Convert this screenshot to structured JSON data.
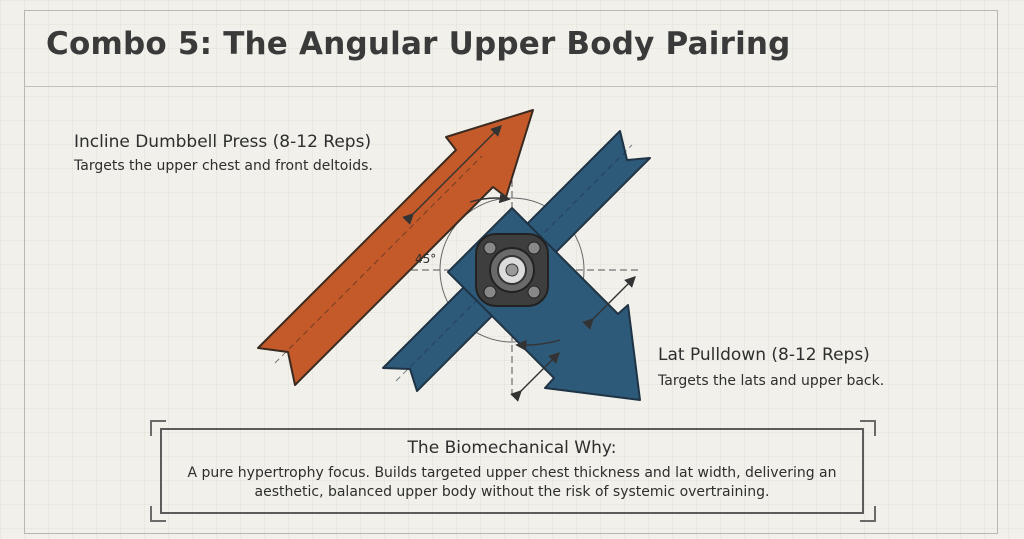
{
  "title": "Combo 5: The Angular Upper Body Pairing",
  "exercise_a": {
    "name": "Incline Dumbbell Press (8-12 Reps)",
    "description": "Targets the upper chest and front deltoids.",
    "color": "#c45a2a"
  },
  "exercise_b": {
    "name": "Lat Pulldown (8-12 Reps)",
    "description": "Targets the lats and upper back.",
    "color": "#2e5a7a"
  },
  "angle_label": "45°",
  "why": {
    "heading": "The Biomechanical Why:",
    "body": "A pure hypertrophy focus. Builds targeted upper chest thickness and lat width, delivering an aesthetic, balanced upper body without the risk of systemic overtraining."
  }
}
